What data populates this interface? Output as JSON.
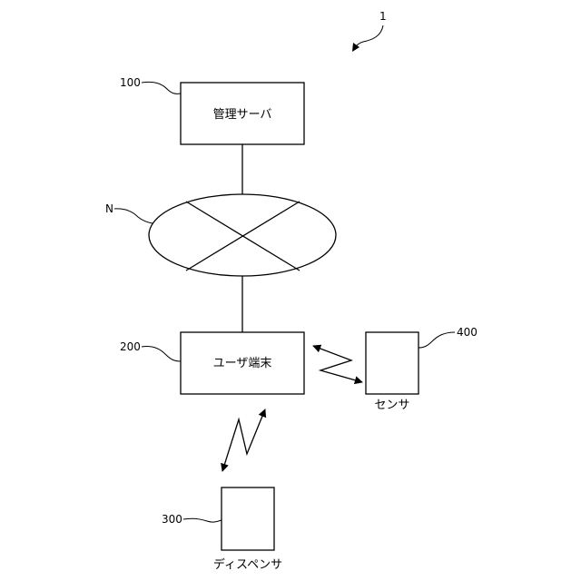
{
  "figure": {
    "ref": "1",
    "management_server": {
      "ref": "100",
      "label": "管理サーバ"
    },
    "network": {
      "ref": "N"
    },
    "user_terminal": {
      "ref": "200",
      "label": "ユーザ端末"
    },
    "dispenser": {
      "ref": "300",
      "label": "ディスペンサ"
    },
    "sensor": {
      "ref": "400",
      "label": "センサ"
    }
  }
}
